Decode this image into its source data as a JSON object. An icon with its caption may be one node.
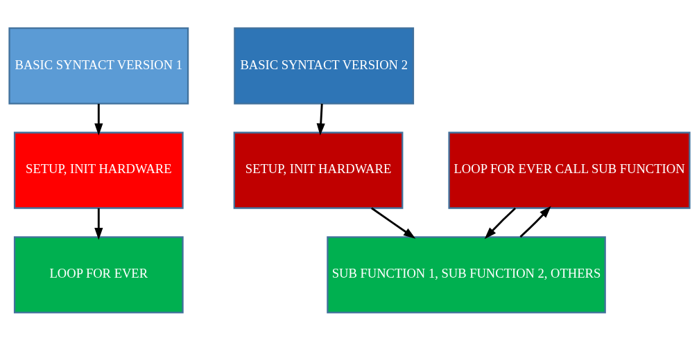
{
  "diagram": {
    "nodes": [
      {
        "text": [
          "BASIC SYNTACT VERSION 1"
        ]
      },
      {
        "text": [
          "SETUP, INIT HARDWARE"
        ]
      },
      {
        "text": [
          "LOOP FOR EVER"
        ]
      },
      {
        "text": [
          "BASIC SYNTACT VERSION 2"
        ]
      },
      {
        "text": [
          "SETUP, INIT HARDWARE"
        ]
      },
      {
        "text": [
          "SUB FUNCTION 1, SUB FUNCTION 2, OTHERS"
        ]
      },
      {
        "text": [
          "LOOP FOR EVER CALL SUB FUNCTION"
        ]
      }
    ],
    "edges": [
      {
        "from": 0,
        "to": 1,
        "arrow": "to"
      },
      {
        "from": 1,
        "to": 2,
        "arrow": "to"
      },
      {
        "from": 3,
        "to": 4,
        "arrow": "to"
      },
      {
        "from": 4,
        "to": 5,
        "arrow": "to"
      },
      {
        "from": 5,
        "to": 6,
        "arrow": "to"
      },
      {
        "from": 6,
        "to": 5,
        "arrow": "to"
      }
    ]
  }
}
